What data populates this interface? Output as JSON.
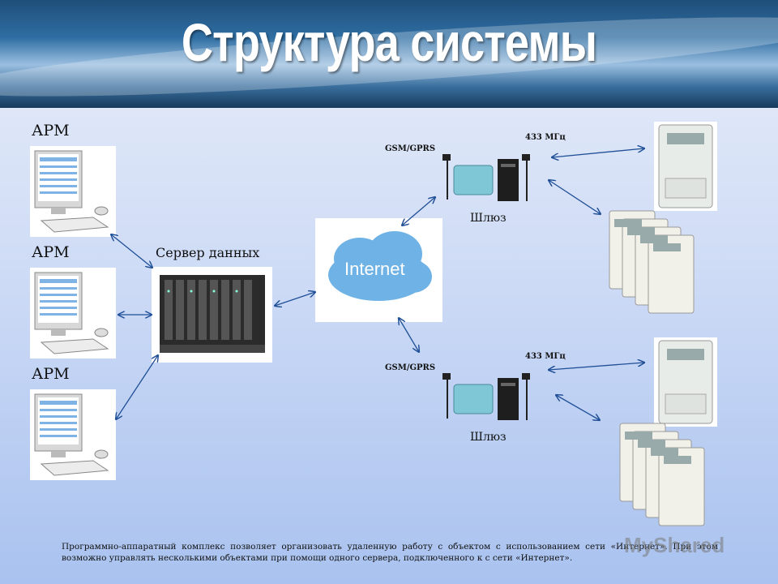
{
  "title": "Структура системы",
  "workstations": [
    {
      "label": "АРМ"
    },
    {
      "label": "АРМ"
    },
    {
      "label": "АРМ"
    }
  ],
  "server_label": "Сервер данных",
  "internet_label": "Internet",
  "gateways": [
    {
      "gsm_label": "GSM/GPRS",
      "radio_label": "433 МГц",
      "name": "Шлюз"
    },
    {
      "gsm_label": "GSM/GPRS",
      "radio_label": "433 МГц",
      "name": "Шлюз"
    }
  ],
  "footnote": "Программно-аппаратный комплекс позволяет организовать удаленную работу с объектом с использованием сети «Интернет». При этом возможно управлять несколькими объектами при помощи одного сервера, подключенного к с сети «Интернет».",
  "watermark": "MyShared",
  "colors": {
    "arrow": "#1f4f96",
    "title": "#ffffff",
    "internet_cloud": "#5ea8e0"
  }
}
